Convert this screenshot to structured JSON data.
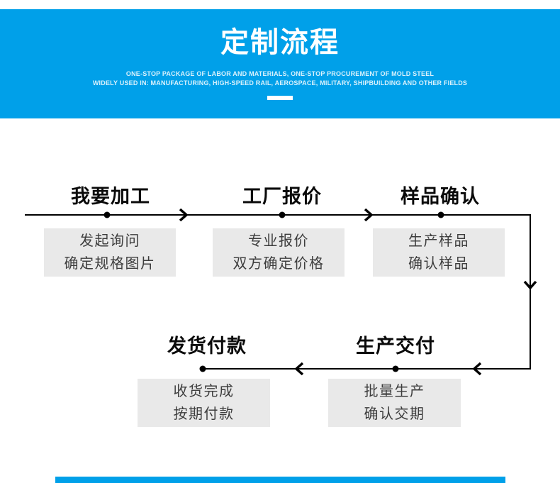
{
  "header": {
    "title": "定制流程",
    "subtitle_line1": "ONE-STOP PACKAGE OF LABOR AND MATERIALS, ONE-STOP PROCUREMENT OF MOLD STEEL",
    "subtitle_line2": "WIDELY USED IN: MANUFACTURING, HIGH-SPEED RAIL, AEROSPACE, MILITARY, SHIPBUILDING AND OTHER FIELDS",
    "background_color": "#00a0e9"
  },
  "flow": {
    "line_color": "#000000",
    "box_color": "#e9e9e9",
    "steps": [
      {
        "title": "我要加工",
        "line1": "发起询问",
        "line2": "确定规格图片"
      },
      {
        "title": "工厂报价",
        "line1": "专业报价",
        "line2": "双方确定价格"
      },
      {
        "title": "样品确认",
        "line1": "生产样品",
        "line2": "确认样品"
      },
      {
        "title": "生产交付",
        "line1": "批量生产",
        "line2": "确认交期"
      },
      {
        "title": "发货付款",
        "line1": "收货完成",
        "line2": "按期付款"
      }
    ]
  },
  "footer": {
    "accent_color": "#00a0e9"
  }
}
